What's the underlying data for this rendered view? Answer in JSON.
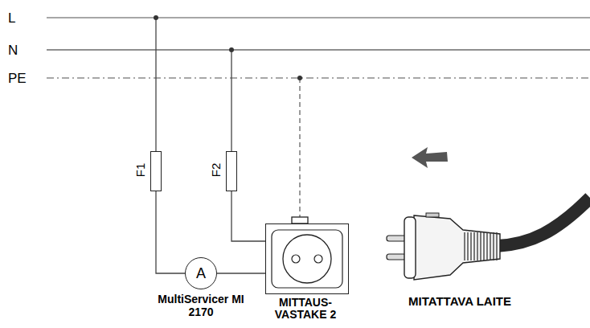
{
  "diagram": {
    "nodes": [
      {
        "text": [
          "F1"
        ]
      },
      {
        "text": [
          "F2"
        ]
      },
      {
        "text": [
          "A",
          "MultiServicer MI 2170"
        ]
      },
      {
        "text": [
          "MITTAUS- VASTAKE 2"
        ]
      },
      {
        "text": [
          "MITATTAVA LAITE"
        ]
      }
    ],
    "edges": [
      {
        "from": 0,
        "to": 2,
        "arrow": "none"
      },
      {
        "from": 2,
        "to": 3,
        "arrow": "none"
      },
      {
        "from": 1,
        "to": 3,
        "arrow": "none"
      }
    ],
    "labels": [
      "L",
      "N",
      "PE"
    ]
  }
}
